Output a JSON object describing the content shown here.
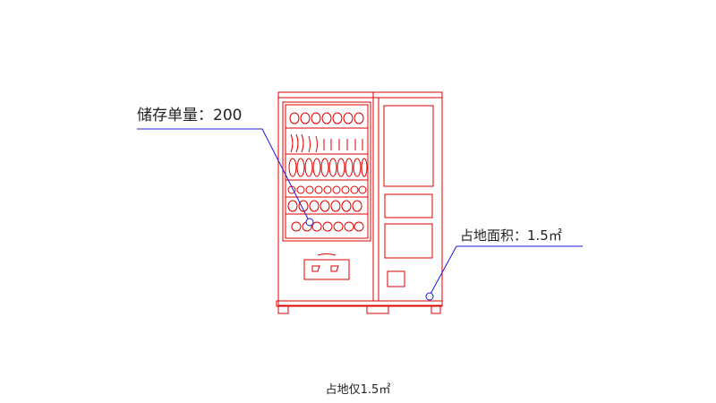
{
  "diagram": {
    "storage_callout": "储存单量：200",
    "area_callout": "占地面积：1.5㎡",
    "caption": "占地仅1.5㎡"
  },
  "colors": {
    "machine": "#e00000",
    "leader": "#1a1ad6",
    "text": "#222222",
    "background": "#ffffff"
  }
}
